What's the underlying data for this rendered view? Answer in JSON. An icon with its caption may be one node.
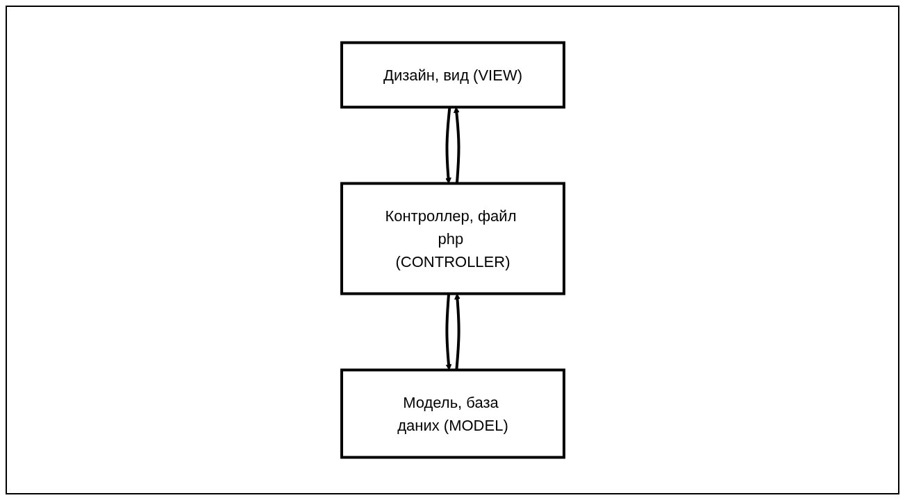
{
  "diagram": {
    "nodes": [
      {
        "text": [
          "Дизайн, вид (VIEW)"
        ]
      },
      {
        "text": [
          "Контроллер, файл php (CONTROLLER)"
        ]
      },
      {
        "text": [
          "Модель, база даних (MODEL)"
        ]
      }
    ],
    "edges": [
      {
        "from": 0,
        "to": 1,
        "arrow": "to"
      },
      {
        "from": 1,
        "to": 0,
        "arrow": "to"
      },
      {
        "from": 1,
        "to": 2,
        "arrow": "to"
      },
      {
        "from": 2,
        "to": 1,
        "arrow": "to"
      }
    ]
  }
}
